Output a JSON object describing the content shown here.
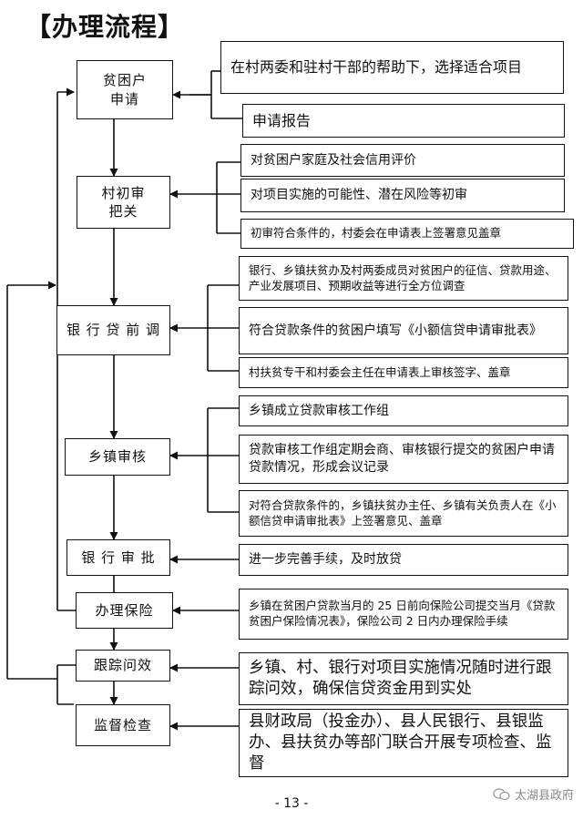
{
  "title": "【办理流程】",
  "steps": [
    {
      "label": "贫困户\n申请"
    },
    {
      "label": "村初审\n把关"
    },
    {
      "label": "银 行 贷 前 调"
    },
    {
      "label": "乡镇审核"
    },
    {
      "label": "银 行 审 批"
    },
    {
      "label": "办理保险"
    },
    {
      "label": "跟踪问效"
    },
    {
      "label": "监督检查"
    }
  ],
  "notes": {
    "apply": [
      "在村两委和驻村干部的帮助下，选择适合项目",
      "申请报告"
    ],
    "village": [
      "对贫困户家庭及社会信用评价",
      "对项目实施的可能性、潜在风险等初审",
      "初审符合条件的，村委会在申请表上签署意见盖章"
    ],
    "bank_pre": [
      "银行、乡镇扶贫办及村两委成员对贫困户的征信、贷款用途、产业发展项目、预期收益等进行全方位调查",
      "符合贷款条件的贫困户填写《小额信贷申请审批表》",
      "村扶贫专干和村委会主任在申请表上审核签字、盖章"
    ],
    "town": [
      "乡镇成立贷款审核工作组",
      "贷款审核工作组定期会商、审核银行提交的贫困户申请贷款情况，形成会议记录",
      "对符合贷款条件的，乡镇扶贫办主任、乡镇有关负责人在《小额信贷申请审批表》上签署意见、盖章"
    ],
    "bank_approve": [
      "进一步完善手续，及时放贷"
    ],
    "insurance": [
      "乡镇在贫困户贷款当月的 25 日前向保险公司提交当月《贷款贫困户保险情况表》，保险公司 2 日内办理保险手续"
    ],
    "track": [
      "乡镇、村、银行对项目实施情况随时进行跟踪问效，确保信贷资金用到实处"
    ],
    "supervise": [
      "县财政局（投金办）、县人民银行、县银监办、县扶贫办等部门联合开展专项检查、监督"
    ]
  },
  "page_number": "- 13 -",
  "watermark": "太湖县政府"
}
